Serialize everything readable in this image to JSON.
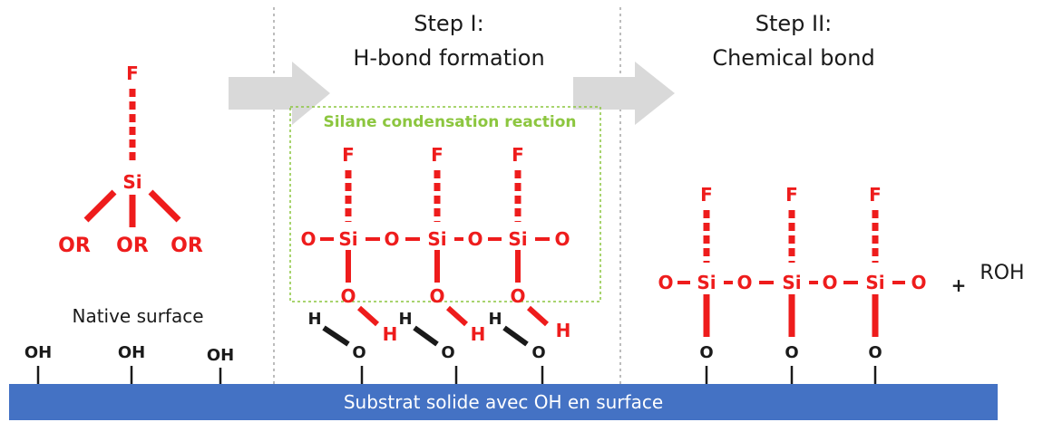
{
  "steps": {
    "step1_title": "Step I:",
    "step1_subtitle": "H-bond formation",
    "step2_title": "Step II:",
    "step2_subtitle": "Chemical bond"
  },
  "reaction_box_label": "Silane condensation reaction",
  "native_surface_label": "Native surface",
  "substrate_label": "Substrat solide avec OH en surface",
  "byproduct": {
    "plus": "+",
    "formula": "ROH"
  },
  "atoms": {
    "F": "F",
    "Si": "Si",
    "O": "O",
    "H": "H",
    "OR": "OR",
    "OH": "OH"
  },
  "colors": {
    "bond_red": "#ee1c1c",
    "reaction_green": "#8cc63f",
    "substrate_blue": "#4472c4",
    "arrow_gray": "#d9d9d9",
    "divider_gray": "#a6a6a6"
  }
}
